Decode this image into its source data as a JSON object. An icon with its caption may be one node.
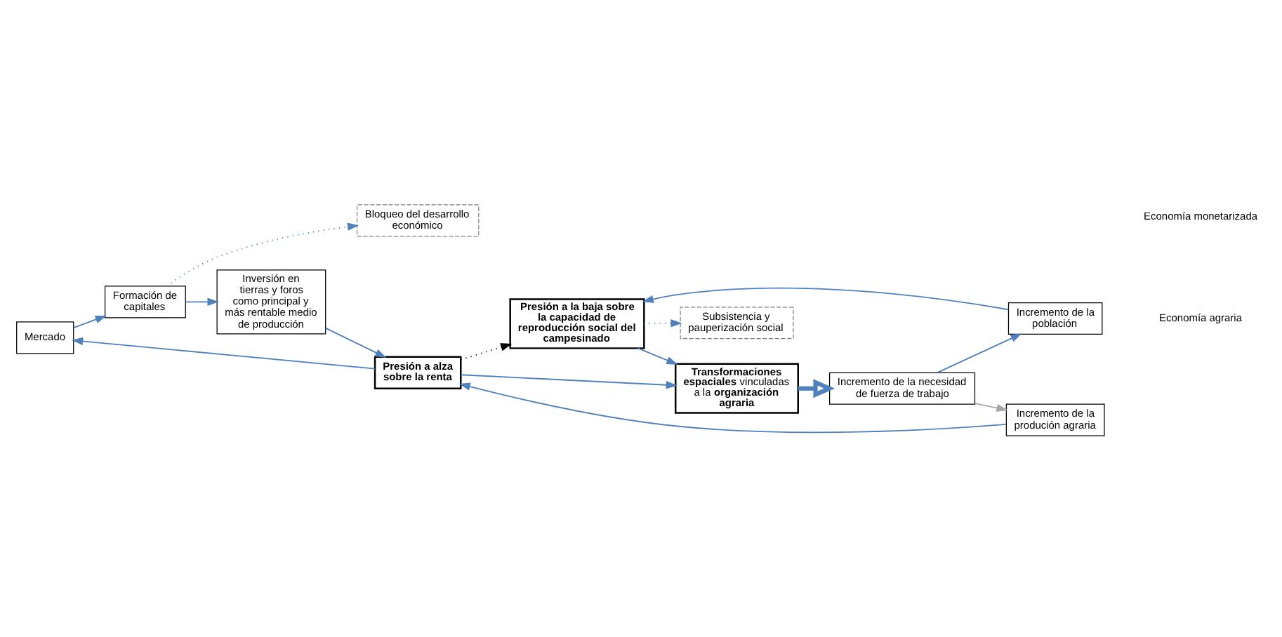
{
  "diagram": {
    "nodes": [
      {
        "text": [
          "Mercado"
        ]
      },
      {
        "text": [
          "Formación de capitales"
        ]
      },
      {
        "text": [
          "Inversión en tierras y foros como principal y más rentable medio de producción"
        ]
      },
      {
        "text": [
          "Presión a alza sobre la renta"
        ]
      },
      {
        "text": [
          "**Transformaciones espaciales** vinculadas a la **organización agraria**"
        ]
      },
      {
        "text": [
          "Subsistencia y pauperización social"
        ]
      },
      {
        "text": [
          "Presión a la baja sobre la capacidad de reproducción social del campesinado"
        ]
      },
      {
        "text": [
          "Incremento de la necesidad de fuerza de trabajo"
        ]
      },
      {
        "text": [
          "Incremento de la produción agraria"
        ]
      },
      {
        "text": [
          "Incremento de la población"
        ]
      },
      {
        "text": [
          "Bloqueo del desarrollo económico"
        ]
      }
    ],
    "edges": [
      {
        "from": 3,
        "to": 0,
        "arrow": "to"
      },
      {
        "from": 0,
        "to": 1,
        "arrow": "to"
      },
      {
        "from": 1,
        "to": 2,
        "arrow": "to"
      },
      {
        "from": 2,
        "to": 3,
        "arrow": "to"
      },
      {
        "from": 3,
        "to": 4,
        "arrow": "to"
      },
      {
        "from": 4,
        "to": 7,
        "arrow": "to",
        "style": "thick"
      },
      {
        "from": 7,
        "to": 8,
        "arrow": "to",
        "color": "#a6a6a6"
      },
      {
        "from": 8,
        "to": 3,
        "arrow": "to"
      },
      {
        "from": 7,
        "to": 9,
        "arrow": "to"
      },
      {
        "from": 9,
        "to": 6,
        "arrow": "to"
      },
      {
        "from": 6,
        "to": 4,
        "arrow": "to"
      },
      {
        "from": 6,
        "to": 5,
        "arrow": "to",
        "style": "dashed"
      },
      {
        "from": 1,
        "to": 10,
        "arrow": "to",
        "style": "dashed"
      },
      {
        "from": 3,
        "to": 6,
        "arrow": "to",
        "style": "dashed",
        "color": "#000000"
      }
    ],
    "labels": [
      "Economía monetarizada",
      "Economía agraria"
    ]
  }
}
